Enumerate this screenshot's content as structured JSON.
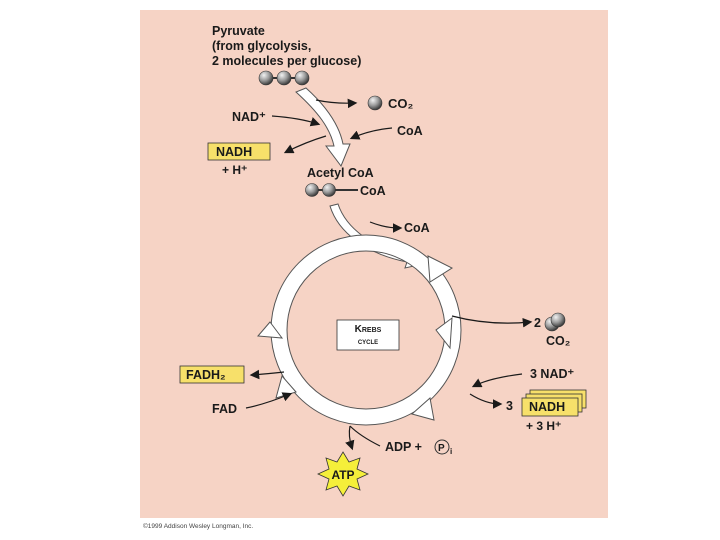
{
  "pyruvate": {
    "line1": "Pyruvate",
    "line2": "(from glycolysis,",
    "line3": "2 molecules per glucose)"
  },
  "step1": {
    "nad_plus": "NAD⁺",
    "co2": "CO₂",
    "coa_in": "CoA",
    "nadh": "NADH",
    "h_plus": "+ H⁺"
  },
  "acetyl": {
    "label": "Acetyl CoA",
    "coa": "CoA",
    "coa_out": "CoA"
  },
  "krebs": {
    "line1": "Krebs",
    "line2": "cycle"
  },
  "outputs": {
    "co2_count": "2",
    "co2": "CO₂",
    "nad_in": "3 NAD⁺",
    "nadh_count": "3",
    "nadh": "NADH",
    "h_plus": "+ 3 H⁺",
    "fadh2": "FADH₂",
    "fad": "FAD",
    "adp": "ADP +",
    "pi": "P",
    "pi_sub": "i",
    "atp": "ATP"
  },
  "copyright": "©1999 Addison Wesley Longman, Inc.",
  "colors": {
    "background": "#f6d3c5",
    "highlight_box": "#f7e06a",
    "atp_star": "#f5ef3a",
    "molecule": "#8a8a8a",
    "arrow_fill": "#ffffff"
  }
}
